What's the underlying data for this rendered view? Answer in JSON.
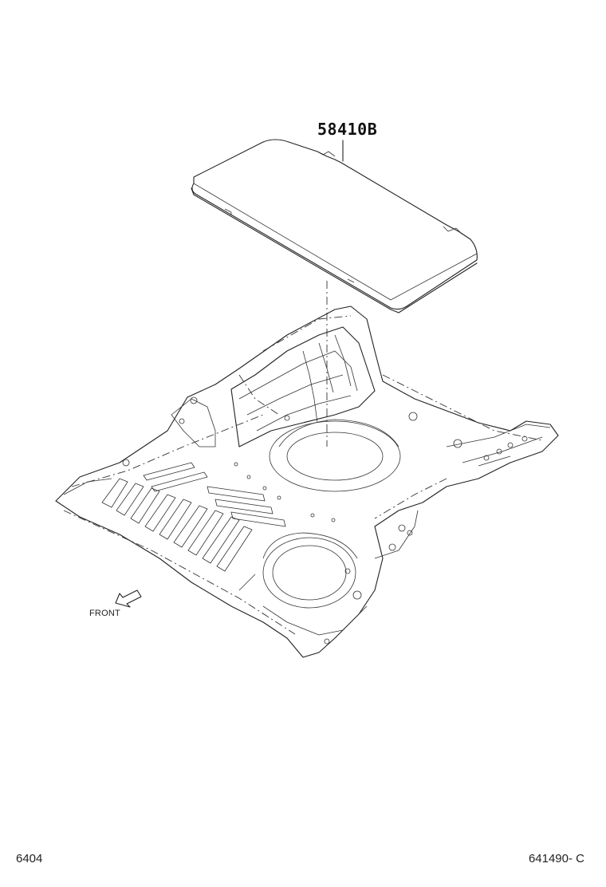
{
  "diagram": {
    "part_number": "58410B",
    "front_label": "FRONT",
    "footer_left": "6404",
    "footer_right": "641490- C"
  }
}
